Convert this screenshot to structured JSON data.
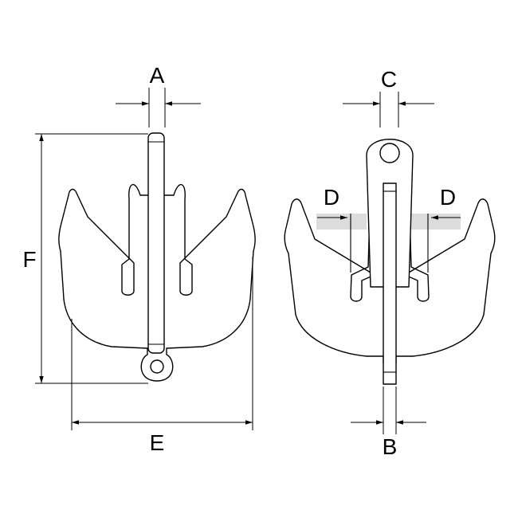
{
  "labels": {
    "A": "A",
    "B": "B",
    "C": "C",
    "D_left": "D",
    "D_right": "D",
    "E": "E",
    "F": "F"
  }
}
